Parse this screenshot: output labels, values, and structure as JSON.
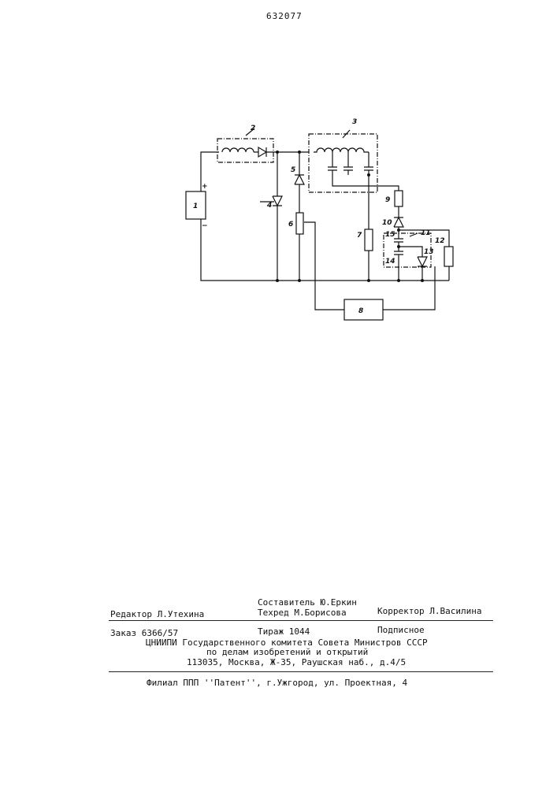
{
  "header": {
    "page_number": "632077"
  },
  "schematic": {
    "labels": [
      "1",
      "2",
      "3",
      "4",
      "5",
      "6",
      "7",
      "8",
      "9",
      "10",
      "11",
      "12",
      "13",
      "14",
      "15"
    ],
    "plus": "+",
    "minus": "−"
  },
  "imprint": {
    "composer": "Составитель Ю.Еркин",
    "editor": "Редактор Л.Утехина",
    "techred": "Техред М.Борисова",
    "corrector": "Корректор Л.Василина",
    "order": "Заказ 6366/57",
    "circulation": "Тираж 1044",
    "subscription": "Подписное",
    "institute": "ЦНИИПИ Государственного комитета Совета Министров СССР",
    "committee": "по делам изобретений и открытий",
    "address": "113035, Москва, Ж-35, Раушская наб., д.4/5",
    "branch": "Филиал ППП ''Патент'', г.Ужгород, ул. Проектная, 4"
  }
}
